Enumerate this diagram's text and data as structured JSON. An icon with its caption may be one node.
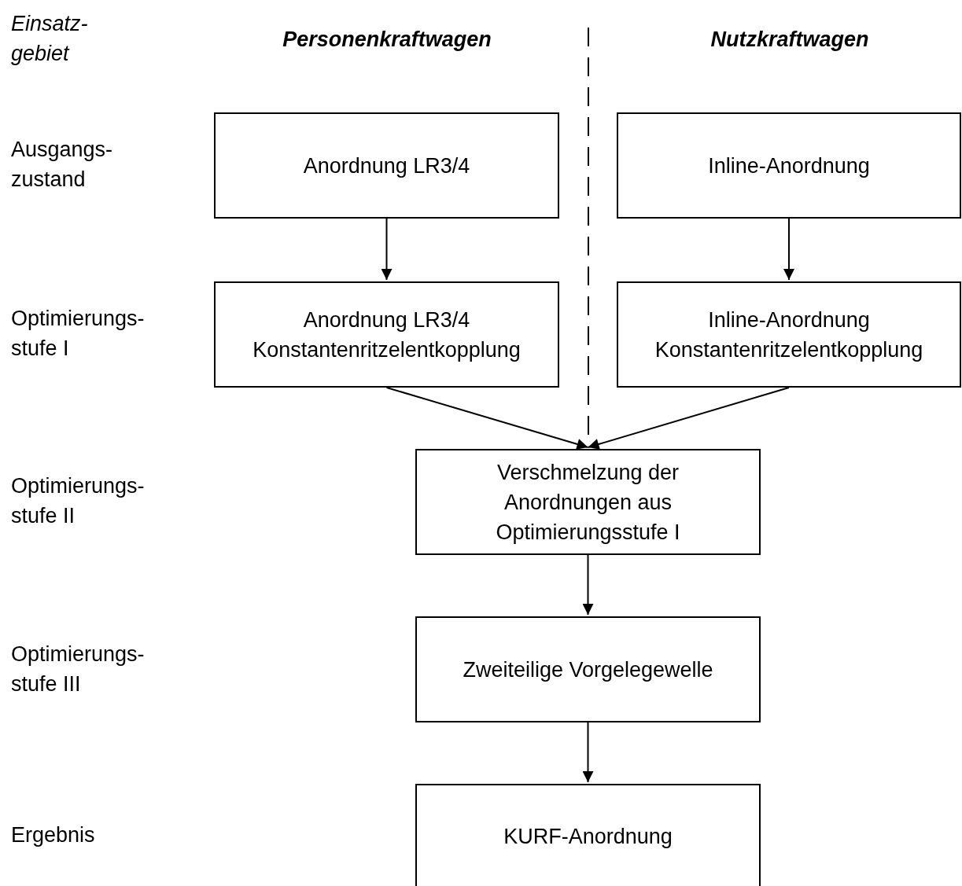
{
  "diagram": {
    "nodes": [
      {
        "text": [
          "Anordnung LR3/4"
        ]
      },
      {
        "text": [
          "Inline-Anordnung"
        ]
      },
      {
        "text": [
          "Anordnung LR3/4 Konstantenritzelentkopplung"
        ]
      },
      {
        "text": [
          "Inline-Anordnung Konstantenritzelentkopplung"
        ]
      },
      {
        "text": [
          "Verschmelzung der Anordnungen aus Optimierungsstufe I"
        ]
      },
      {
        "text": [
          "Zweiteilige Vorgelegewelle"
        ]
      },
      {
        "text": [
          "KURF-Anordnung"
        ]
      }
    ],
    "edges": [
      {
        "from": 0,
        "to": 2,
        "arrow": "to"
      },
      {
        "from": 1,
        "to": 3,
        "arrow": "to"
      },
      {
        "from": 2,
        "to": 4,
        "arrow": "to"
      },
      {
        "from": 3,
        "to": 4,
        "arrow": "to"
      },
      {
        "from": 4,
        "to": 5,
        "arrow": "to"
      },
      {
        "from": 5,
        "to": 6,
        "arrow": "to"
      }
    ],
    "labels": [
      "Einsatz- gebiet",
      "Personenkraftwagen",
      "Nutzkraftwagen",
      "Ausgangs- zustand",
      "Optimierungs- stufe I",
      "Optimierungs- stufe II",
      "Optimierungs- stufe III",
      "Ergebnis"
    ]
  }
}
